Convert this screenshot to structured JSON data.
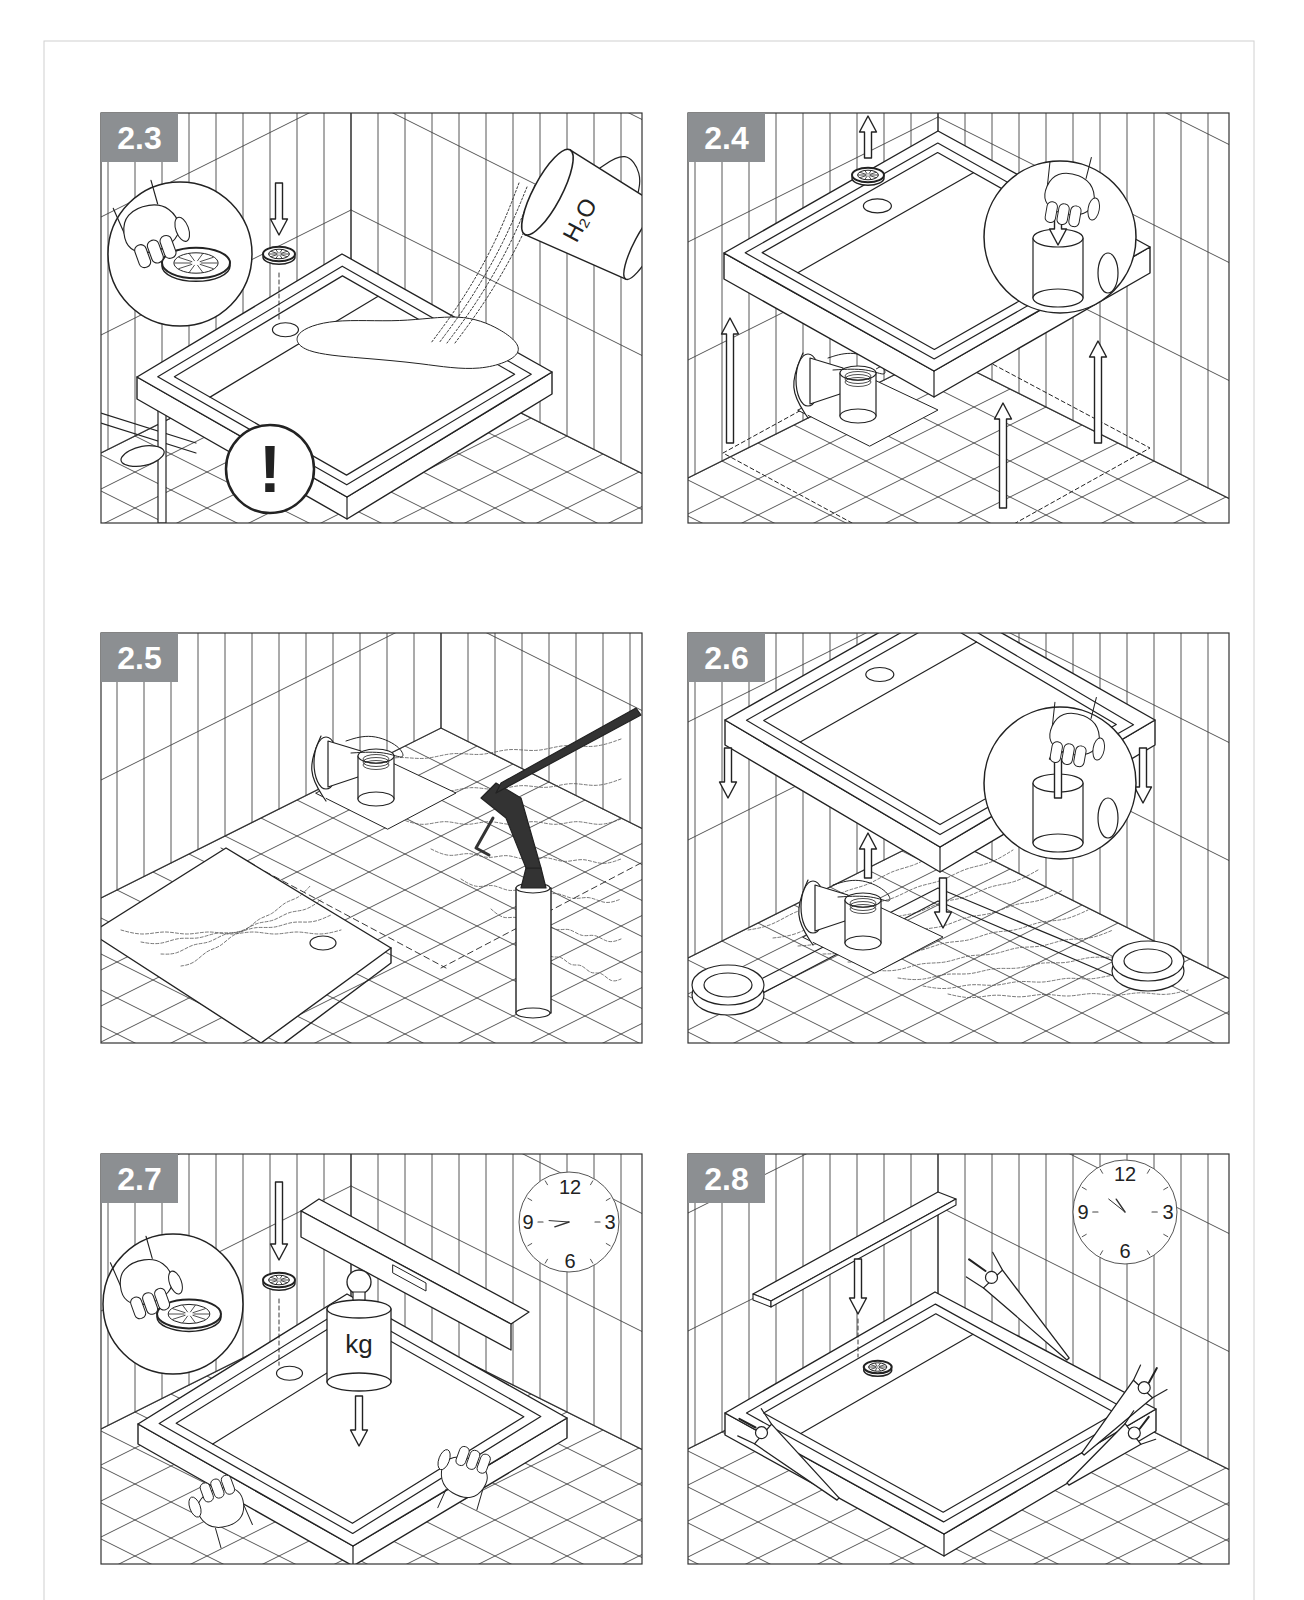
{
  "diagram": {
    "nodes": [
      {
        "text": [
          "2.3"
        ]
      },
      {
        "text": [
          "2.4"
        ]
      },
      {
        "text": [
          "2.5"
        ]
      },
      {
        "text": [
          "2.6"
        ]
      },
      {
        "text": [
          "2.7"
        ]
      },
      {
        "text": [
          "2.8"
        ]
      }
    ],
    "labels": [
      "H₂O",
      "!",
      "12",
      "9",
      "3",
      "6",
      "kg",
      "12",
      "9",
      "3",
      "6"
    ]
  }
}
